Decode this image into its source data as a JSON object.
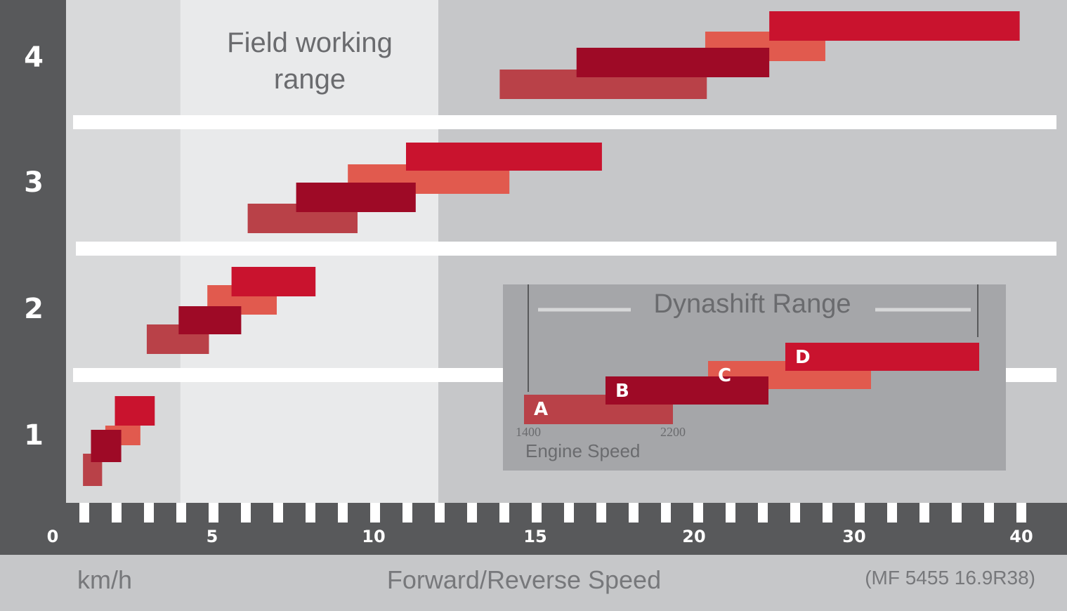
{
  "colors": {
    "A": "#b94148",
    "B": "#9e0a26",
    "C": "#e15a4e",
    "D": "#c9132e",
    "plot_bg": "#c6c7c9",
    "field_band": "#e9eaeb",
    "dark_band": "#58595b",
    "separator": "#ffffff",
    "inset_bg": "#a5a6a9"
  },
  "chart_data": {
    "type": "bar",
    "subtype": "floating-horizontal-ranges",
    "x_unit": "km/h",
    "xlabel": "Forward/Reverse Speed",
    "note": "(MF 5455 16.9R38)",
    "xlim": [
      0,
      42
    ],
    "x_ticks": [
      "0",
      "5",
      "10",
      "15",
      "20",
      "30",
      "40"
    ],
    "field_range_label": [
      "Field working",
      "range"
    ],
    "field_range": [
      4,
      12
    ],
    "series_names": [
      "A",
      "B",
      "C",
      "D"
    ],
    "gears": [
      {
        "label": "1",
        "ranges": {
          "A": [
            0.95,
            1.55
          ],
          "B": [
            1.2,
            2.15
          ],
          "C": [
            1.65,
            2.75
          ],
          "D": [
            1.95,
            3.2
          ]
        }
      },
      {
        "label": "2",
        "ranges": {
          "A": [
            2.95,
            4.9
          ],
          "B": [
            3.95,
            5.9
          ],
          "C": [
            4.85,
            7.0
          ],
          "D": [
            5.6,
            8.2
          ]
        }
      },
      {
        "label": "3",
        "ranges": {
          "A": [
            6.1,
            9.5
          ],
          "B": [
            7.6,
            11.3
          ],
          "C": [
            9.2,
            14.2
          ],
          "D": [
            11.0,
            17.1
          ]
        }
      },
      {
        "label": "4",
        "ranges": {
          "A": [
            13.9,
            20.8
          ],
          "B": [
            16.3,
            24.7
          ],
          "C": [
            20.7,
            28.2
          ],
          "D": [
            24.7,
            39.9
          ]
        }
      }
    ]
  },
  "inset": {
    "title": "Dynashift Range",
    "letters": [
      "A",
      "B",
      "C",
      "D"
    ],
    "engine_low": "1400",
    "engine_high": "2200",
    "caption": "Engine Speed"
  }
}
